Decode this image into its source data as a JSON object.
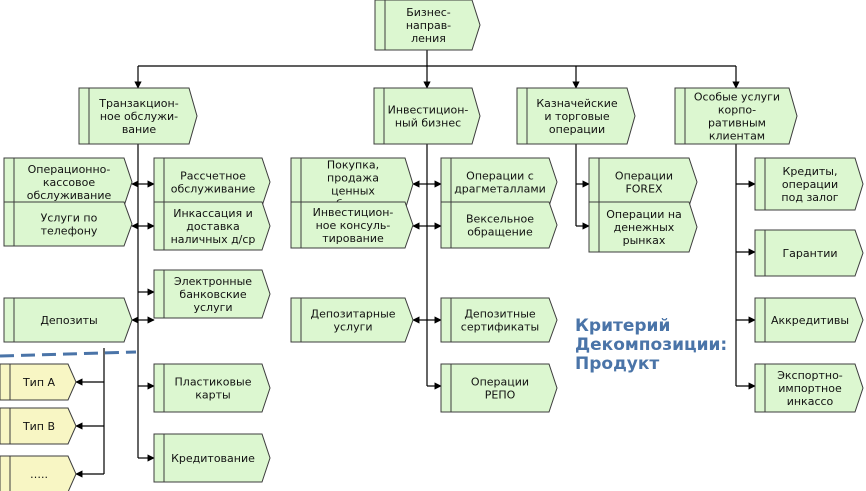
{
  "title": "Бизнес-направления",
  "criterion": [
    "Критерий",
    "Декомпозиции:",
    "Продукт"
  ],
  "colors": {
    "node_fill": "#dcf7d0",
    "node_stroke": "#3c3c3c",
    "type_fill": "#f8f6c4",
    "dashed": "#4a74a8",
    "criterion_text": "#4a74a8"
  },
  "nodes": {
    "root": [
      "Бизнес-",
      "направ-",
      "ления"
    ],
    "transaction": [
      "Транзакцион-",
      "ное обслужи-",
      "вание"
    ],
    "investment": [
      "Инвестицион-",
      "ный бизнес"
    ],
    "treasury": [
      "Казначейские",
      "и торговые",
      "операции"
    ],
    "corporate": [
      "Особые услуги",
      "корпо-",
      "ративным",
      "клиентам"
    ],
    "op_cash": [
      "Операционно-",
      "кассовое",
      "обслуживание"
    ],
    "phone": [
      "Услуги по",
      "телефону"
    ],
    "deposits": [
      "Депозиты"
    ],
    "settlement": [
      "Рассчетное",
      "обслуживание"
    ],
    "encashment": [
      "Инкассация и",
      "доставка",
      "наличных д/ср"
    ],
    "ebanking": [
      "Электронные",
      "банковские",
      "услуги"
    ],
    "plastic": [
      "Пластиковые",
      "карты"
    ],
    "crediting": [
      "Кредитование"
    ],
    "securities": [
      "Покупка,",
      "продажа",
      "ценных",
      "бумаг"
    ],
    "inv_consult": [
      "Инвестицион-",
      "ное консуль-",
      "тирование"
    ],
    "depository": [
      "Депозитарные",
      "услуги"
    ],
    "metals": [
      "Операции с",
      "драгметаллами"
    ],
    "bills": [
      "Вексельное",
      "обращение"
    ],
    "dep_cert": [
      "Депозитные",
      "сертификаты"
    ],
    "repo": [
      "Операции",
      "РЕПО"
    ],
    "forex": [
      "Операции",
      "FOREX"
    ],
    "money_mkt": [
      "Операции на",
      "денежных",
      "рынках"
    ],
    "collateral": [
      "Кредиты,",
      "операции",
      "под залог"
    ],
    "guarantees": [
      "Гарантии"
    ],
    "letters": [
      "Аккредитивы"
    ],
    "export": [
      "Экспортно-",
      "импортное",
      "инкассо"
    ],
    "type_a": [
      "Тип А"
    ],
    "type_b": [
      "Тип В"
    ],
    "type_etc": [
      "….."
    ]
  }
}
